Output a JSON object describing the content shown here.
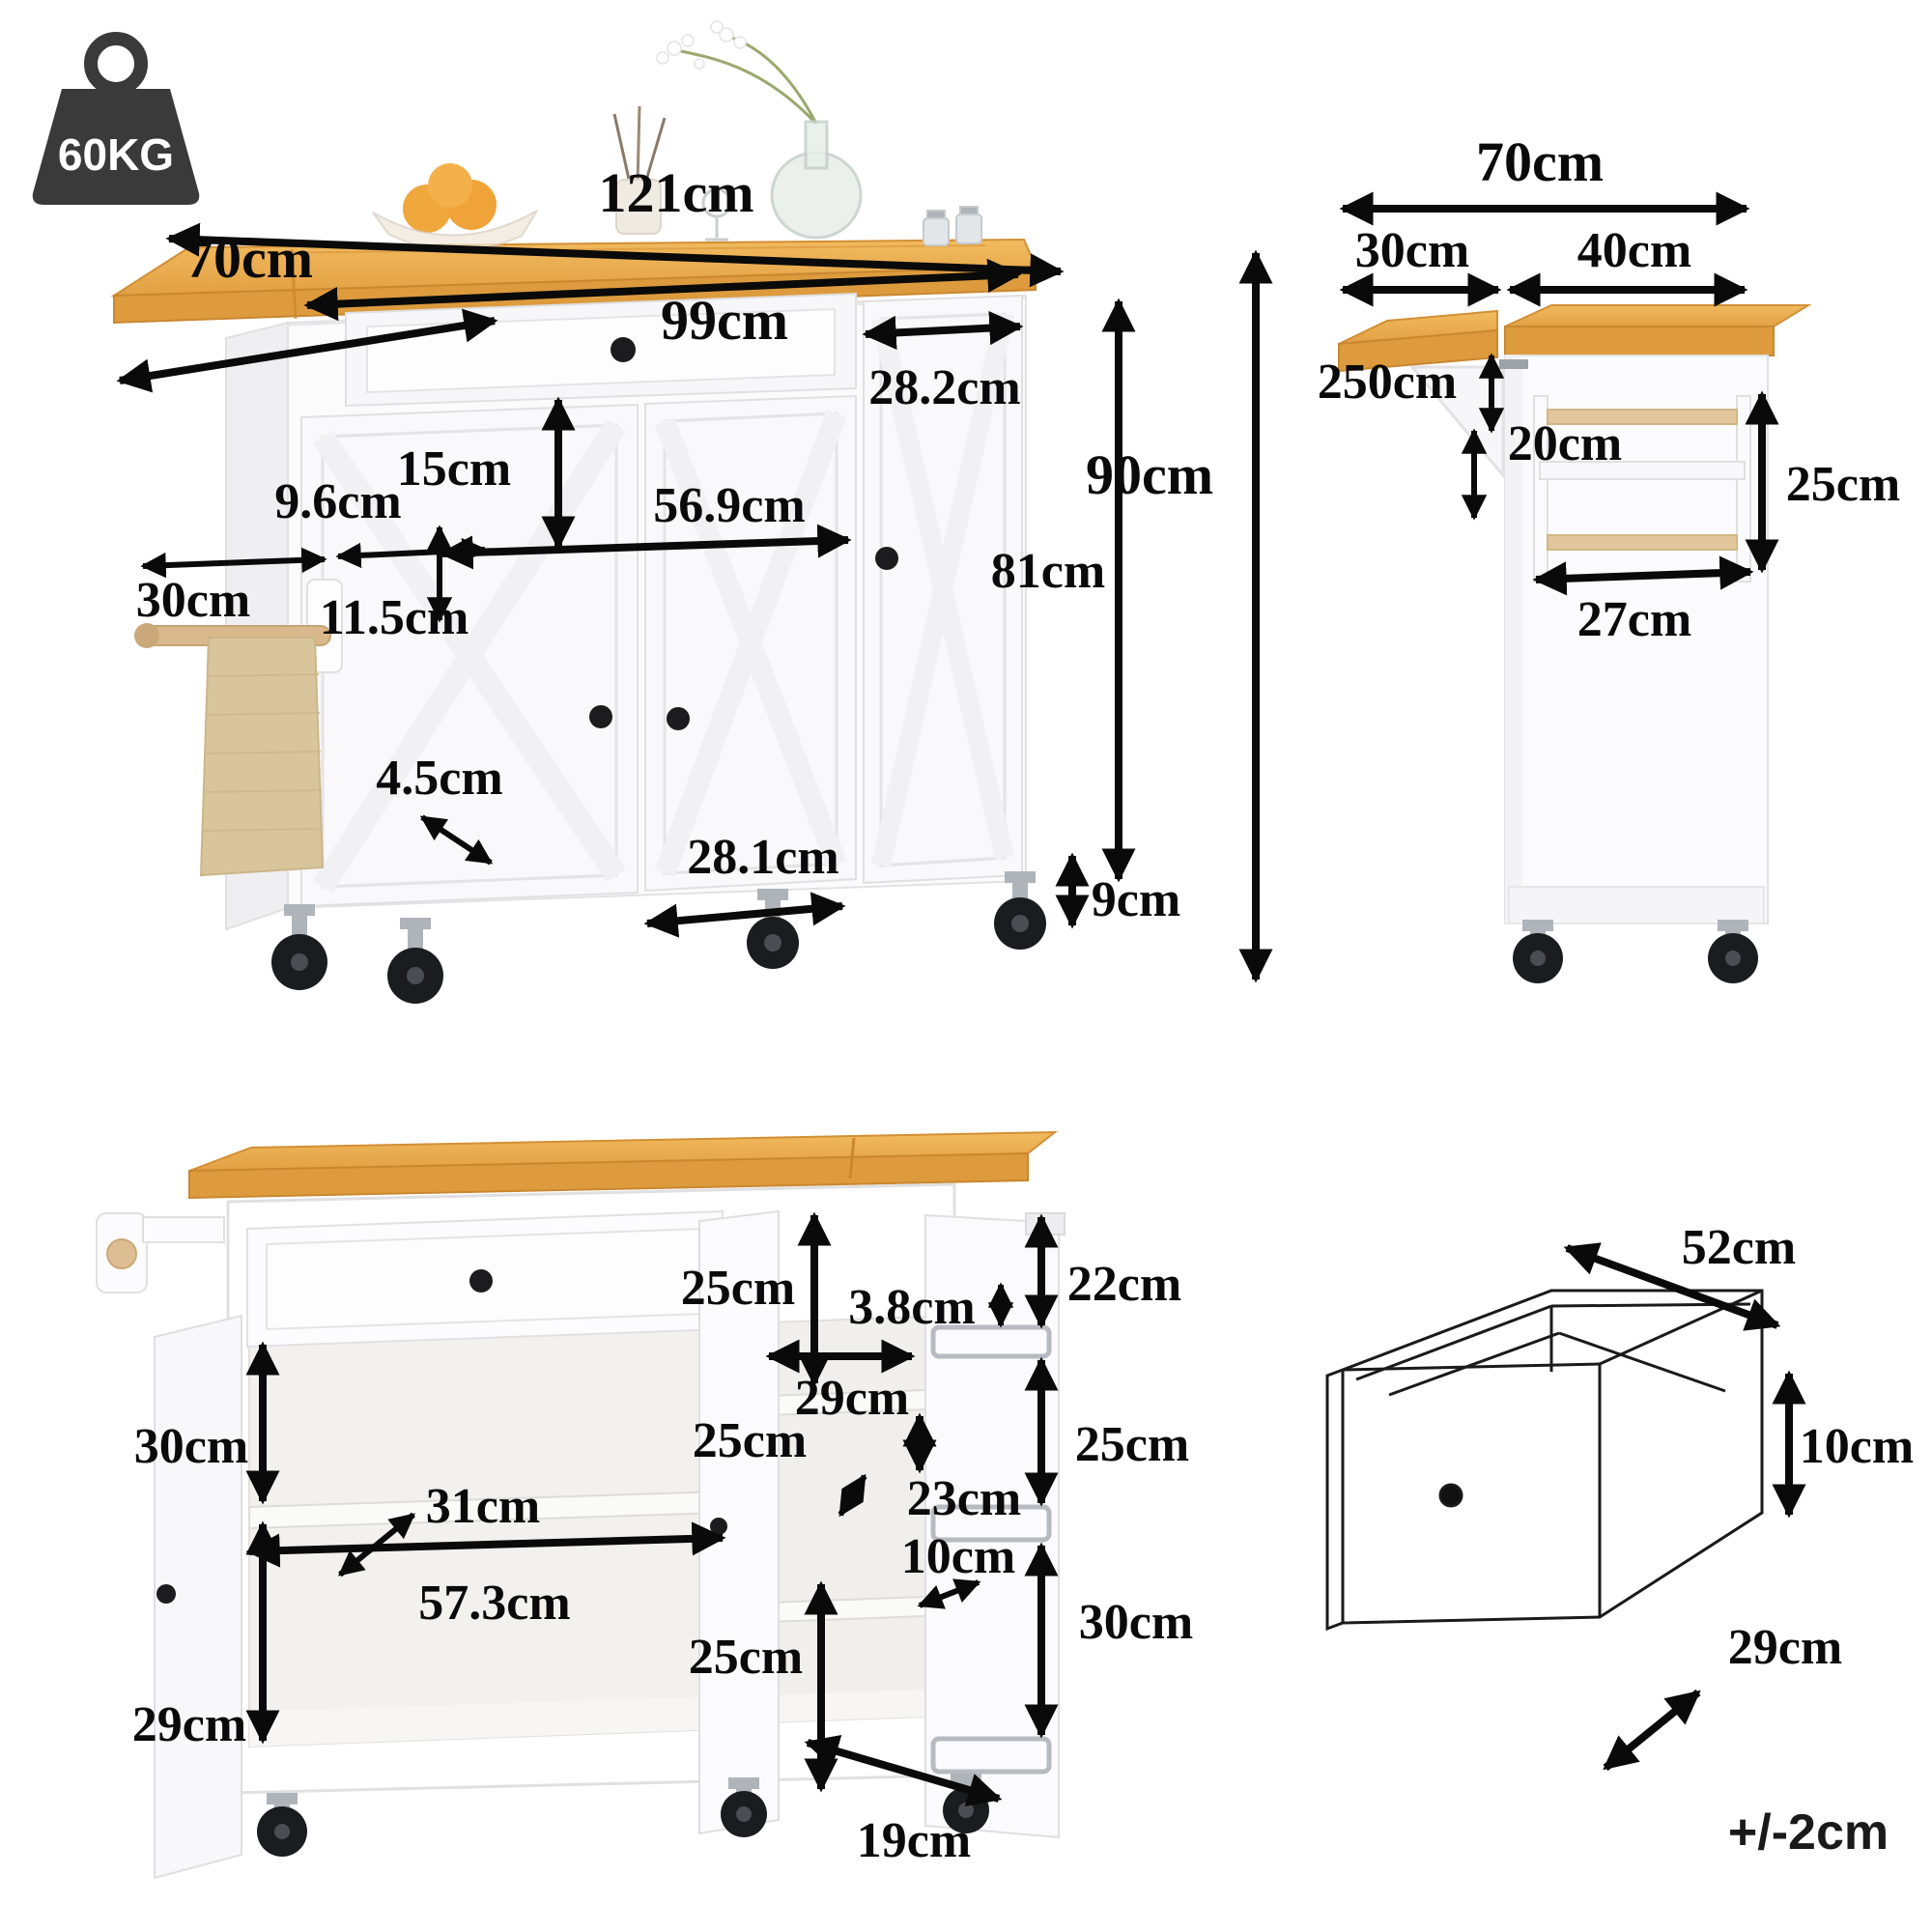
{
  "badge": {
    "weight": "60KG"
  },
  "note": {
    "tolerance": "+/-2cm"
  },
  "front": {
    "w121": "121cm",
    "d70": "70cm",
    "w99": "99cm",
    "h15": "15cm",
    "w569": "56.9cm",
    "w282": "28.2cm",
    "h96": "9.6cm",
    "w30": "30cm",
    "w115": "11.5cm",
    "h81": "81cm",
    "t45": "4.5cm",
    "w281": "28.1cm",
    "h9": "9cm"
  },
  "side": {
    "w70": "70cm",
    "w30": "30cm",
    "w40": "40cm",
    "d250": "250cm",
    "h20": "20cm",
    "h25": "25cm",
    "w27": "27cm",
    "h90": "90cm"
  },
  "open": {
    "h25top": "25cm",
    "t38": "3.8cm",
    "w29": "29cm",
    "h25mid": "25cm",
    "d23": "23cm",
    "w10": "10cm",
    "h25bot": "25cm",
    "h22": "22cm",
    "h25r": "25cm",
    "h30r": "30cm",
    "w19": "19cm",
    "h30l": "30cm",
    "h29l": "29cm",
    "d31": "31cm",
    "w573": "57.3cm"
  },
  "drawer": {
    "w52": "52cm",
    "h10": "10cm",
    "d29": "29cm"
  }
}
